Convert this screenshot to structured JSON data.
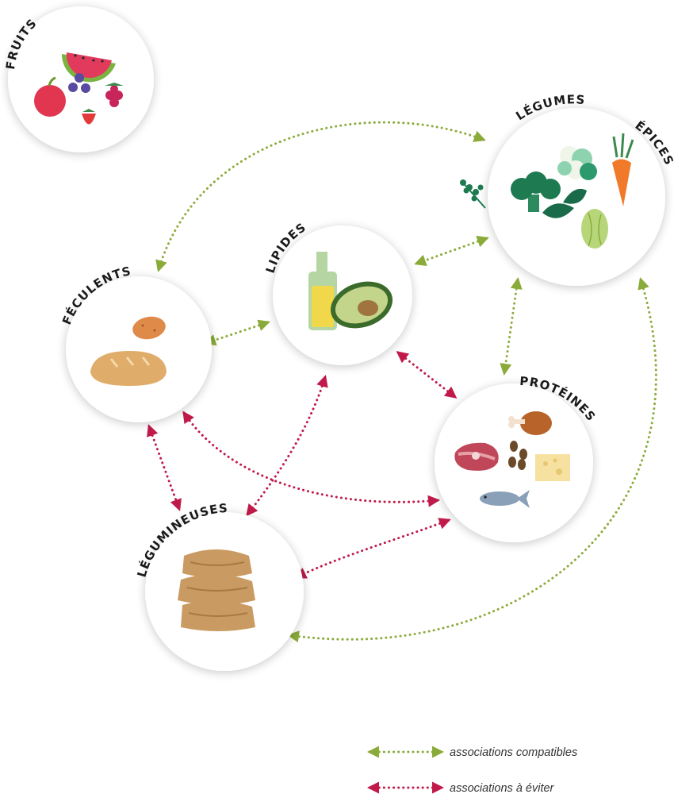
{
  "colors": {
    "compatible": "#8aab3a",
    "avoid": "#c01a4a",
    "circle_fill": "#ffffff",
    "label": "#1a1a1a"
  },
  "nodes": {
    "fruits": {
      "label": "FRUITS"
    },
    "legumes": {
      "label": "LÉGUMES"
    },
    "epices": {
      "label": "ÉPICES"
    },
    "lipides": {
      "label": "LIPIDES"
    },
    "feculents": {
      "label": "FÉCULENTS"
    },
    "proteines": {
      "label": "PROTÉINES"
    },
    "legumineuses": {
      "label": "LÉGUMINEUSES"
    }
  },
  "connections": [
    {
      "from": "legumes",
      "to": "feculents",
      "type": "compatible"
    },
    {
      "from": "legumes",
      "to": "lipides",
      "type": "compatible"
    },
    {
      "from": "legumes",
      "to": "proteines",
      "type": "compatible"
    },
    {
      "from": "legumes",
      "to": "legumineuses",
      "type": "compatible"
    },
    {
      "from": "lipides",
      "to": "feculents",
      "type": "compatible"
    },
    {
      "from": "lipides",
      "to": "proteines",
      "type": "avoid"
    },
    {
      "from": "lipides",
      "to": "legumineuses",
      "type": "avoid"
    },
    {
      "from": "feculents",
      "to": "legumineuses",
      "type": "avoid"
    },
    {
      "from": "feculents",
      "to": "proteines",
      "type": "avoid"
    },
    {
      "from": "proteines",
      "to": "legumineuses",
      "type": "avoid"
    }
  ],
  "legend": {
    "compatible": "associations compatibles",
    "avoid": "associations à éviter"
  }
}
